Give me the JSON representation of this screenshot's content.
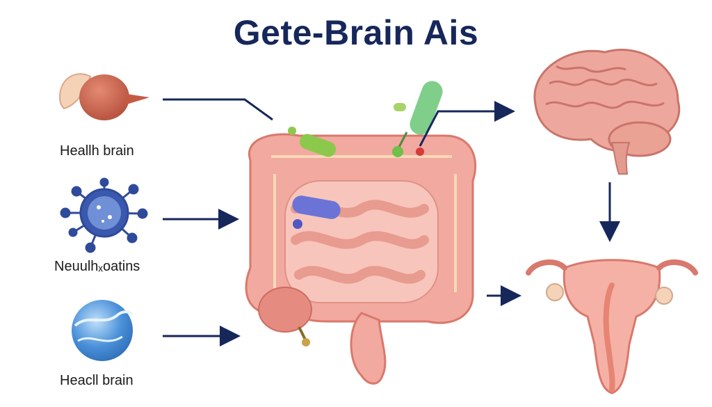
{
  "title": "Gete-Brain Ais",
  "labels": {
    "item1": "Heallh brain",
    "item2": "Neuulhₓoatins",
    "item3": "Heacll brain"
  },
  "icons": {
    "item1": "stomach-organ-icon",
    "item2": "neuron-cell-icon",
    "item3": "blue-sphere-icon",
    "center": "intestines-icon",
    "top_right": "brain-icon",
    "bottom_right": "uterus-icon"
  },
  "colors": {
    "title": "#16275a",
    "arrow": "#16275a",
    "intestine": "#f2a99f",
    "brain": "#eea79d",
    "neuron": "#2f4a9a",
    "sphere": "#4a90d9",
    "bacteria_green": "#8cc84b",
    "bacteria_blue": "#6b74d6"
  }
}
